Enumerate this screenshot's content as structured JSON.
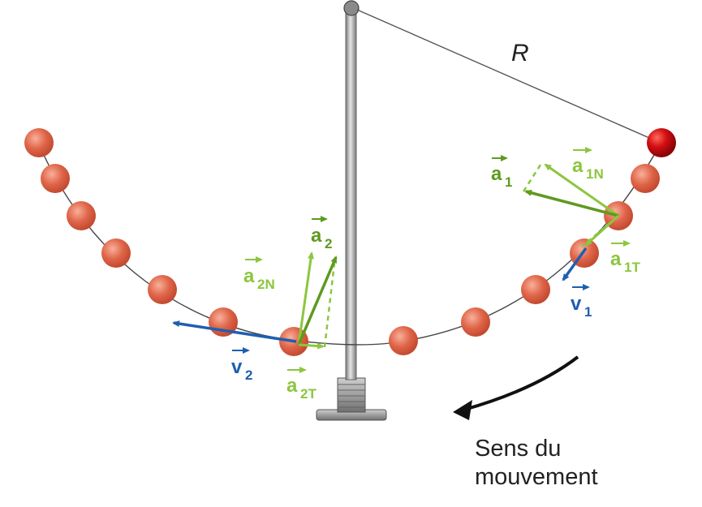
{
  "colors": {
    "ball": "#e0664a",
    "ball_highlight": "#f6a48c",
    "ball_red": "#d40e12",
    "velocity": "#1f5fb0",
    "acceleration_dark": "#5e9a1f",
    "acceleration_light": "#8cc63e",
    "stand": "#9b9b9b",
    "string": "#555555"
  },
  "labels": {
    "radius": "R",
    "v1": {
      "base": "v",
      "sub": "1"
    },
    "v2": {
      "base": "v",
      "sub": "2"
    },
    "a1": {
      "base": "a",
      "sub": "1"
    },
    "a1N": {
      "base": "a",
      "sub": "1N"
    },
    "a1T": {
      "base": "a",
      "sub": "1T"
    },
    "a2": {
      "base": "a",
      "sub": "2"
    },
    "a2N": {
      "base": "a",
      "sub": "2N"
    },
    "a2T": {
      "base": "a",
      "sub": "2T"
    }
  },
  "caption": {
    "line1": "Sens du",
    "line2": "mouvement"
  }
}
